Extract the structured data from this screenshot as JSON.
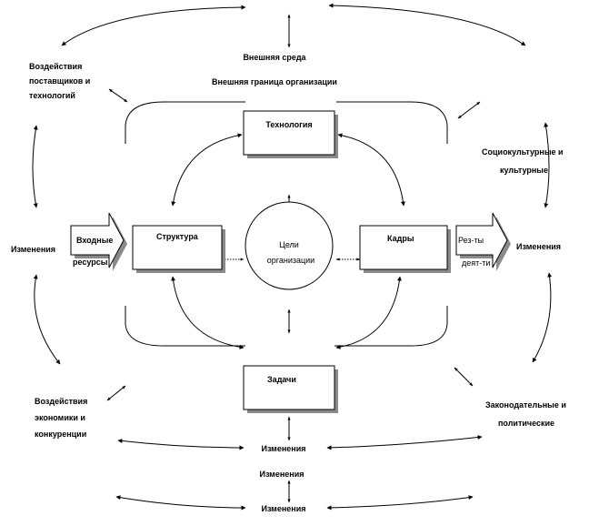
{
  "diagram": {
    "external_environment": "Внешняя среда",
    "external_boundary": "Внешняя граница организации",
    "suppliers_impact": [
      "Воздействия",
      "поставщиков и",
      "технологий"
    ],
    "sociocultural": [
      "Социокультурные и",
      "культурные"
    ],
    "economy_impact": [
      "Воздействия",
      "экономики и",
      "конкуренции"
    ],
    "legislative": [
      "Законодательные и",
      "политические"
    ],
    "changes_left": "Изменения",
    "changes_right": "Изменения",
    "changes_bottom": [
      "Изменения",
      "Изменения",
      "Изменения"
    ],
    "technology": "Технология",
    "structure": "Структура",
    "staff": "Кадры",
    "tasks": "Задачи",
    "goals": [
      "Цели",
      "организации"
    ],
    "inputs": [
      "Входные",
      "ресурсы"
    ],
    "results": [
      "Рез-ты",
      "деят-ти"
    ]
  }
}
